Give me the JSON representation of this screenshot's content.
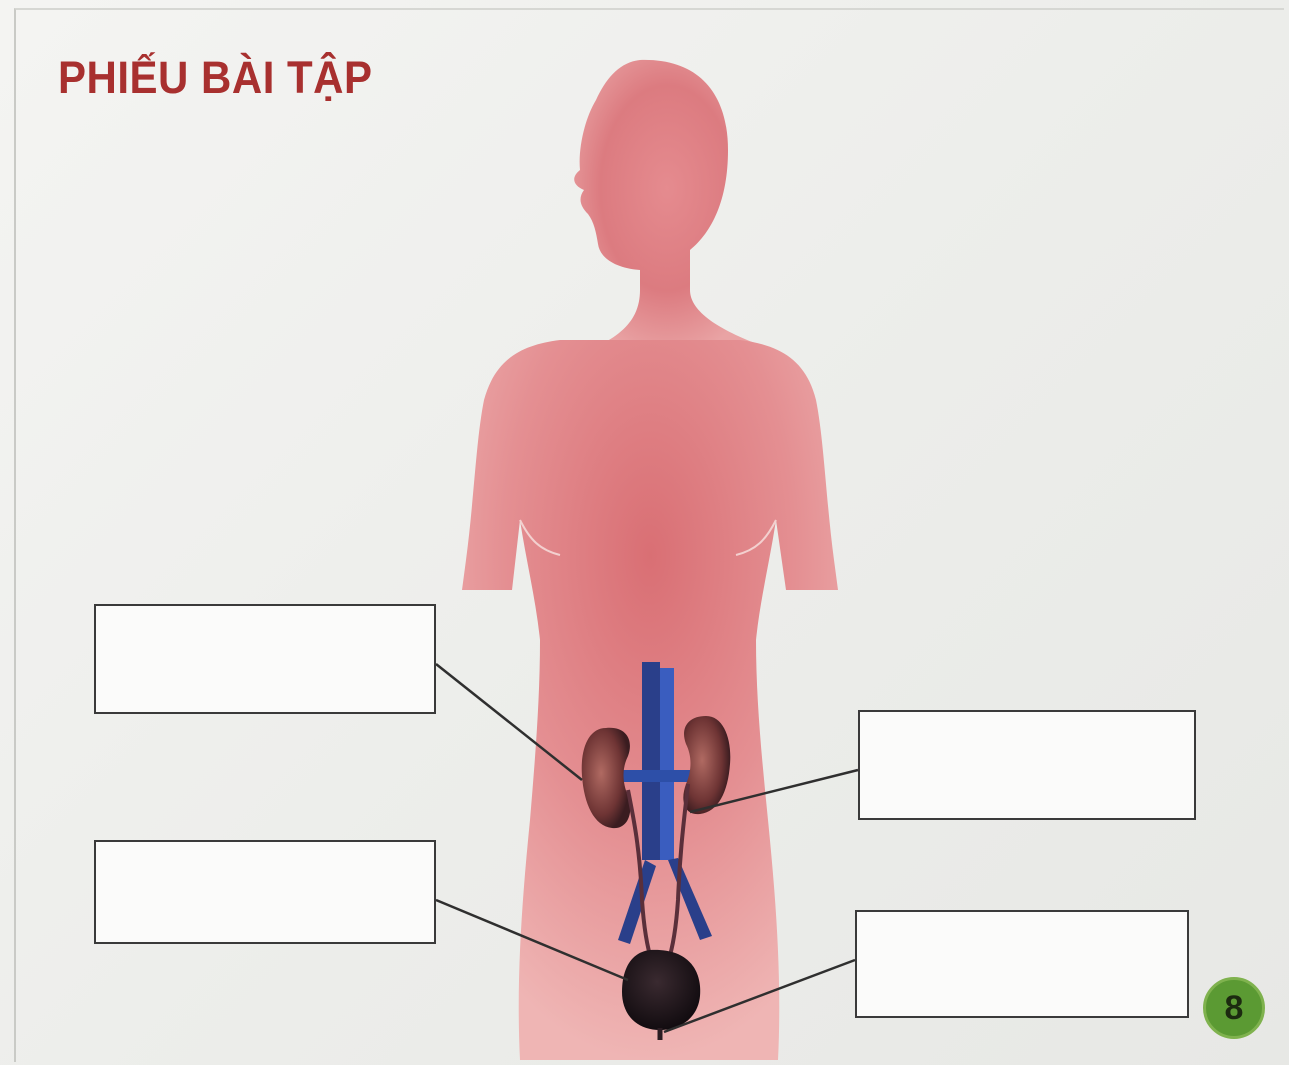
{
  "header": {
    "title": "PHIẾU BÀI TẬP"
  },
  "figure": {
    "subject": "human-silhouette",
    "organs": [
      "kidney-left",
      "kidney-right",
      "ureter-left",
      "ureter-right",
      "bladder",
      "urethra",
      "aorta",
      "vena-cava"
    ],
    "label_boxes": [
      {
        "id": "box-top-left",
        "text": ""
      },
      {
        "id": "box-top-right",
        "text": ""
      },
      {
        "id": "box-bottom-left",
        "text": ""
      },
      {
        "id": "box-bottom-right",
        "text": ""
      }
    ]
  },
  "page_number": "8",
  "colors": {
    "title": "#a8302f",
    "body_silhouette": "#d9757a",
    "vessel_blue": "#2d4fa8",
    "kidney": "#8a4a4a",
    "badge": "#5b9a33"
  }
}
